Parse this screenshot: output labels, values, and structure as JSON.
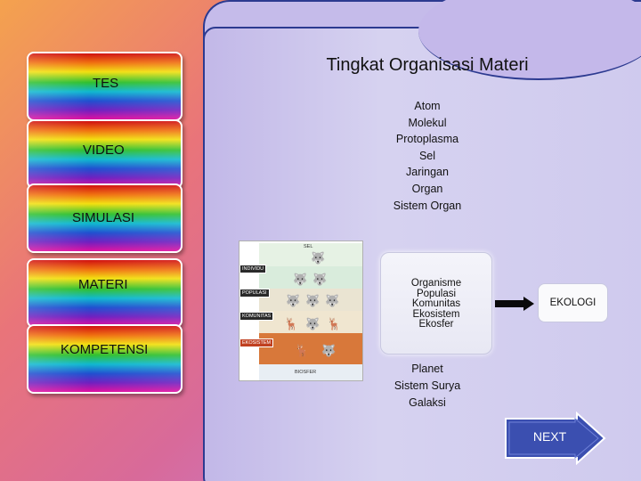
{
  "menu": {
    "items": [
      {
        "id": "tes",
        "label": "TES"
      },
      {
        "id": "video",
        "label": "VIDEO"
      },
      {
        "id": "simulasi",
        "label": "SIMULASI"
      },
      {
        "id": "materi",
        "label": "MATERI"
      },
      {
        "id": "kompetensi",
        "label": "KOMPETENSI"
      }
    ]
  },
  "content": {
    "title": "Tingkat Organisasi Materi",
    "levels": [
      "Atom",
      "Molekul",
      "Protoplasma",
      "Sel",
      "Jaringan",
      "Organ",
      "Sistem Organ"
    ],
    "organism_levels": [
      "Organisme",
      "Populasi",
      "Komunitas",
      "Ekosistem",
      "Ekosfer"
    ],
    "ecology_label": "EKOLOGI",
    "space_levels": [
      "Planet",
      "Sistem Surya",
      "Galaksi"
    ]
  },
  "diagram": {
    "labels": [
      "SEL",
      "INDIVIDU",
      "POPULASI",
      "KOMUNITAS",
      "EKOSISTEM",
      "BIOSFER"
    ]
  },
  "navigation": {
    "next_label": "NEXT"
  },
  "colors": {
    "panel_border": "#2c3a90",
    "next_button": "#3b4fb0",
    "arrow": "#0a0a0a"
  }
}
